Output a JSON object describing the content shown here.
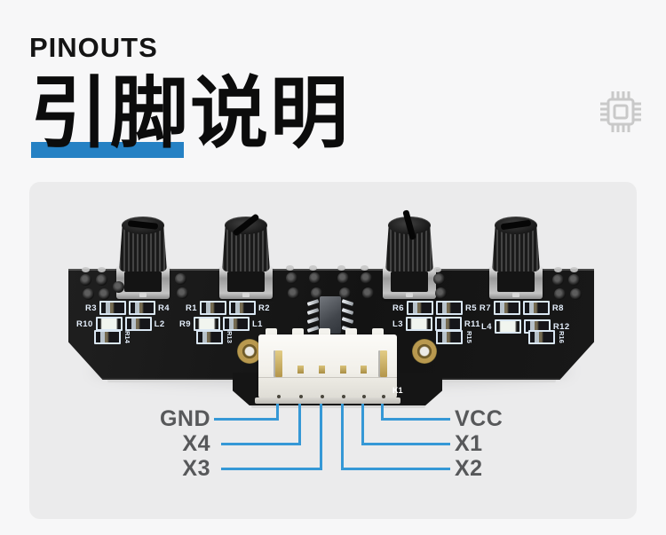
{
  "header": {
    "eyebrow": "PINOUTS",
    "title": "引脚说明"
  },
  "colors": {
    "accent_blue": "#2581c4",
    "callout_line_blue": "#3598d6",
    "page_bg": "#f7f7f8",
    "card_bg": "#ebebec",
    "pcb_black": "#151515",
    "label_gray": "#57585a",
    "chip_icon_gray": "#c9c9c9"
  },
  "icons": {
    "chip": "chip-icon"
  },
  "diagram": {
    "labels_left": [
      "GND",
      "X4",
      "X3"
    ],
    "labels_right": [
      "VCC",
      "X1",
      "X2"
    ],
    "connector_pins_left_to_right": [
      "GND",
      "X4",
      "X3",
      "X2",
      "X1",
      "VCC"
    ]
  },
  "board": {
    "connector_ref": "K1",
    "silkscreen": {
      "row1": [
        "R3",
        "R4",
        "R1",
        "R2",
        "R6",
        "R5 R7",
        "R8"
      ],
      "row2": [
        "R10",
        "L2",
        "R9",
        "L1",
        "L3",
        "R11",
        "L4",
        "R12"
      ],
      "row3": [
        "R14",
        "R13",
        "R15",
        "R16"
      ]
    }
  }
}
